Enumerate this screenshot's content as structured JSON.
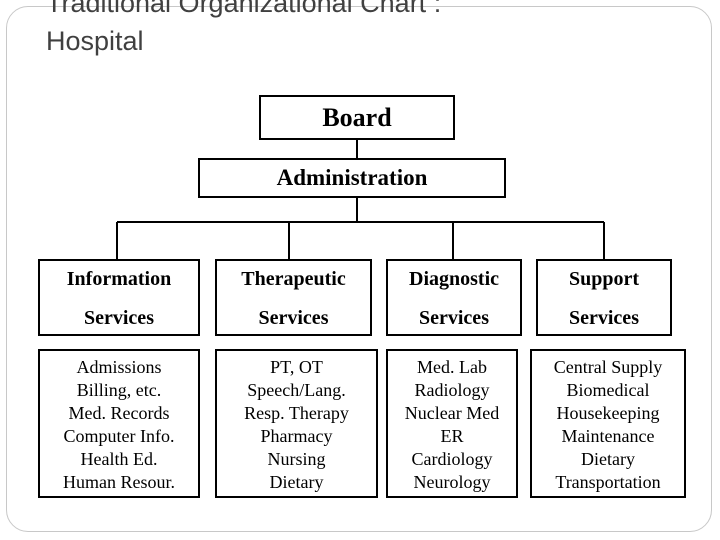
{
  "title": {
    "line1": "Traditional Organizational Chart :",
    "line2": "Hospital"
  },
  "chart": {
    "top": "Board",
    "second": "Administration",
    "departments": [
      {
        "line1": "Information",
        "line2": "Services",
        "items": [
          "Admissions",
          "Billing, etc.",
          "Med. Records",
          "Computer Info.",
          "Health Ed.",
          "Human Resour."
        ]
      },
      {
        "line1": "Therapeutic",
        "line2": "Services",
        "items": [
          "PT, OT",
          "Speech/Lang.",
          "Resp. Therapy",
          "Pharmacy",
          "Nursing",
          "Dietary"
        ]
      },
      {
        "line1": "Diagnostic",
        "line2": "Services",
        "items": [
          "Med. Lab",
          "Radiology",
          "Nuclear Med",
          "ER",
          "Cardiology",
          "Neurology"
        ]
      },
      {
        "line1": "Support",
        "line2": "Services",
        "items": [
          "Central Supply",
          "Biomedical",
          "Housekeeping",
          "Maintenance",
          "Dietary",
          "Transportation"
        ]
      }
    ]
  },
  "colors": {
    "line": "#000000",
    "title": "#404040",
    "frame": "#c8c8c8"
  }
}
